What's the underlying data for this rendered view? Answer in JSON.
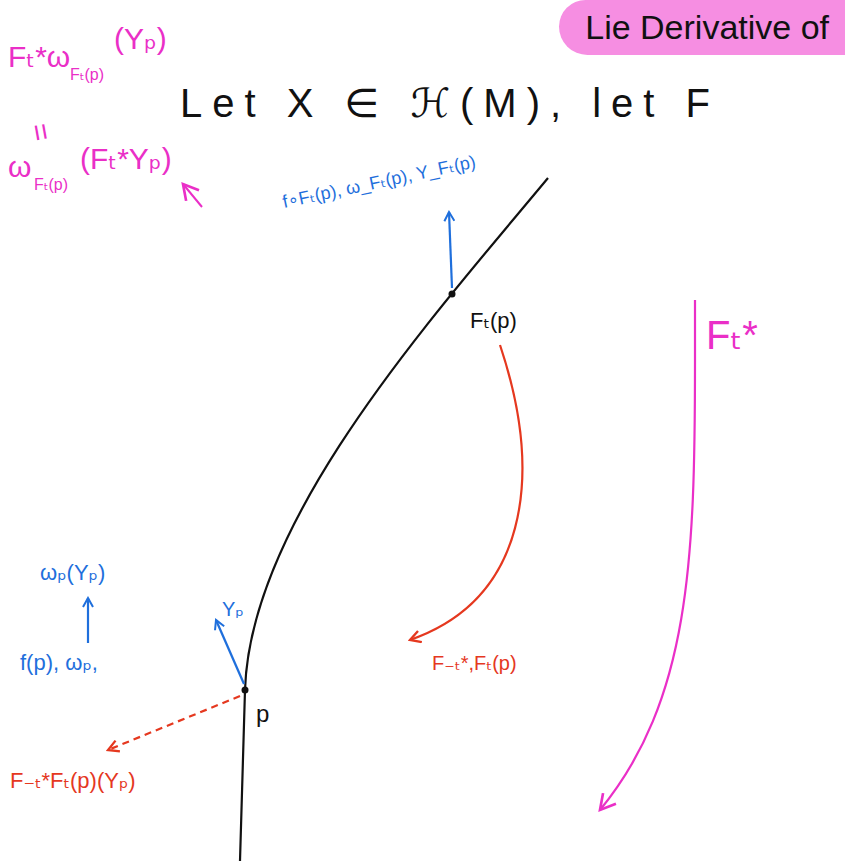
{
  "diagram": {
    "nodes": [
      {
        "text": [
          "Lie Derivative of"
        ]
      }
    ],
    "labels": [
      "Fₜ*ω",
      "Fₜ(p)",
      "(Yₚ)",
      "=",
      "ω",
      "Fₜ(p)",
      "(Fₜ*Yₚ)",
      "Let X ∈ ℋ(M), let F",
      "f∘Fₜ(p), ω_Fₜ(p), Y_Fₜ(p)",
      "Fₜ(p)",
      "F₋ₜ*,Fₜ(p)",
      "Fₜ*",
      "ωₚ(Yₚ)",
      "f(p), ωₚ,",
      "Yₚ",
      "p",
      "F₋ₜ*Fₜ(p)(Yₚ)"
    ]
  }
}
